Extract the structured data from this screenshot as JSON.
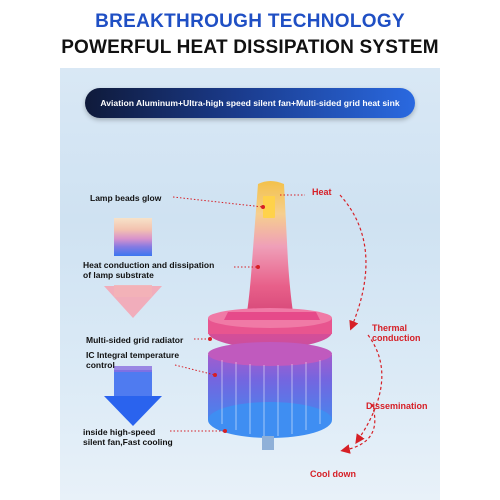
{
  "header": {
    "title": "BREAKTHROUGH TECHNOLOGY",
    "subtitle": "POWERFUL HEAT DISSIPATION SYSTEM"
  },
  "banner": {
    "text": "Aviation Aluminum+Ultra-high speed silent fan+Multi-sided grid heat sink"
  },
  "left_labels": {
    "beads": "Lamp beads glow",
    "conduction_1": "Heat conduction and  dissipation",
    "conduction_2": "of lamp substrate",
    "radiator": "Multi-sided grid radiator",
    "ic_1": "IC Integral temperature",
    "ic_2": "control",
    "fan_1": "inside high-speed",
    "fan_2": "silent fan,Fast cooling"
  },
  "right_labels": {
    "heat": "Heat",
    "thermal_1": "Thermal",
    "thermal_2": "conduction",
    "dissemination": "Dissemination",
    "cool": "Cool down"
  },
  "colors": {
    "title_blue": "#1f4fc4",
    "accent_red": "#d61f26"
  }
}
